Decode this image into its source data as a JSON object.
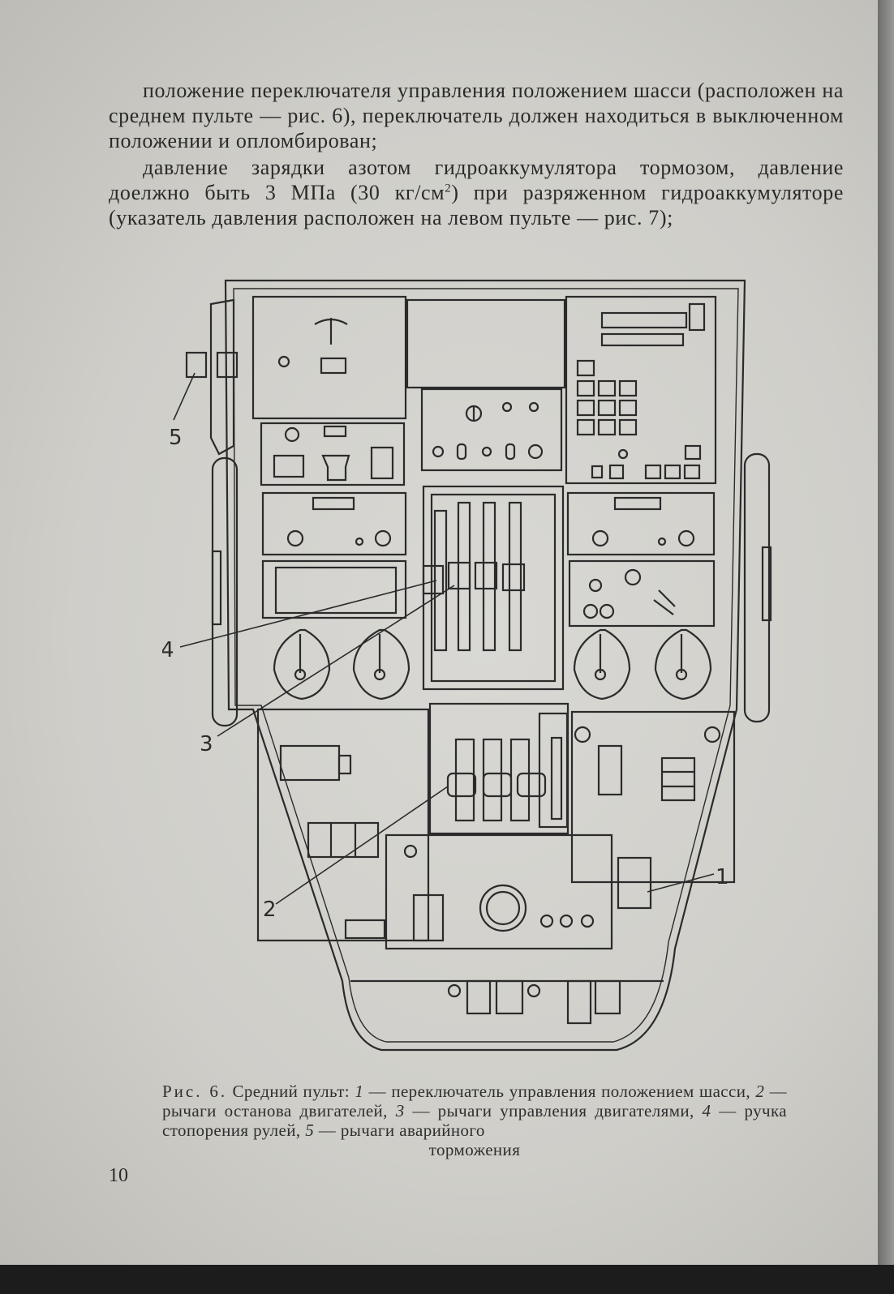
{
  "text": {
    "para1": "положение переключателя управления положением шасси (расположен на среднем пульте — рис. 6), переключатель должен находиться в выключенном положении и опломбирован;",
    "para2_a": "давление зарядки азотом гидроаккумулятора тормозом, давление доелжно быть 3 МПа (30 кг/см",
    "para2_sup": "2",
    "para2_b": ") при разряженном гидроаккумуляторе (указатель давления расположен на левом пульте — рис. 7);"
  },
  "figure": {
    "labels": [
      "1",
      "2",
      "3",
      "4",
      "5"
    ]
  },
  "caption": {
    "fig_ref": "Рис. 6.",
    "title": "Средний пульт:",
    "n1": "1",
    "t1": "— переключатель управления положением шасси,",
    "n2": "2",
    "t2": "— рычаги останова двигателей,",
    "n3": "3",
    "t3": "— рычаги управления двигателями,",
    "n4": "4",
    "t4": "— ручка стопорения рулей,",
    "n5": "5",
    "t5a": "— рычаги аварийного",
    "t5b": "торможения"
  },
  "page_number": "10",
  "colors": {
    "paper": "#d6d5d1",
    "ink": "#2a2a2a",
    "scanner_band": "#1c1c1c"
  }
}
